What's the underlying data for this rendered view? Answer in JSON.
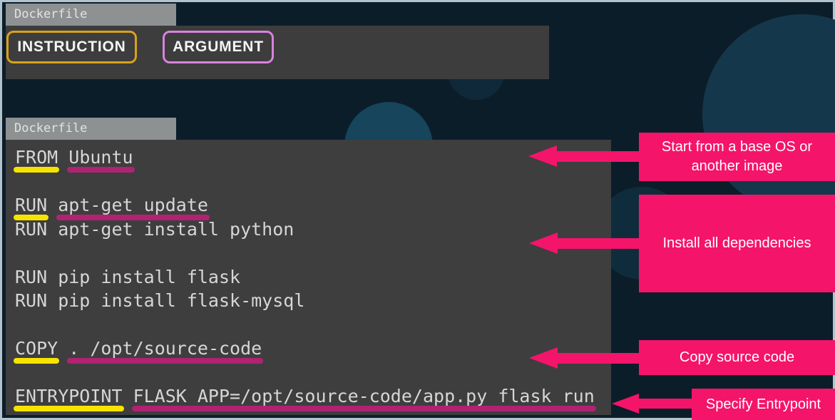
{
  "legend": {
    "tab_label": "Dockerfile",
    "instruction_label": "INSTRUCTION",
    "argument_label": "ARGUMENT"
  },
  "code": {
    "tab_label": "Dockerfile",
    "from_kw": "FROM",
    "from_sep": " ",
    "from_arg": "Ubuntu",
    "run_update_kw": "RUN",
    "run_update_sep": " ",
    "run_update_arg": "apt-get update",
    "run_install_python": "RUN apt-get install python",
    "run_pip_flask": "RUN pip install flask",
    "run_pip_flask_mysql": "RUN pip install flask-mysql",
    "copy_kw": "COPY",
    "copy_sep": " ",
    "copy_arg": ". /opt/source-code",
    "entrypoint_kw": "ENTRYPOINT",
    "entrypoint_sep": " ",
    "entrypoint_arg": "FLASK_APP=/opt/source-code/app.py flask run"
  },
  "annotations": [
    {
      "label": "Start from a base OS or another image"
    },
    {
      "label": "Install all dependencies"
    },
    {
      "label": "Copy source code"
    },
    {
      "label": "Specify Entrypoint"
    }
  ],
  "colors": {
    "background_navy": "#0c1d2a",
    "panel_gray": "#3e3e3e",
    "tab_gray": "#8e9192",
    "highlight_yellow": "#f6e400",
    "highlight_magenta": "#b02372",
    "callout_pink": "#f4146a",
    "instruction_border": "#d9a21b",
    "argument_border": "#d883dd",
    "frame_border": "#b3c3ce"
  }
}
